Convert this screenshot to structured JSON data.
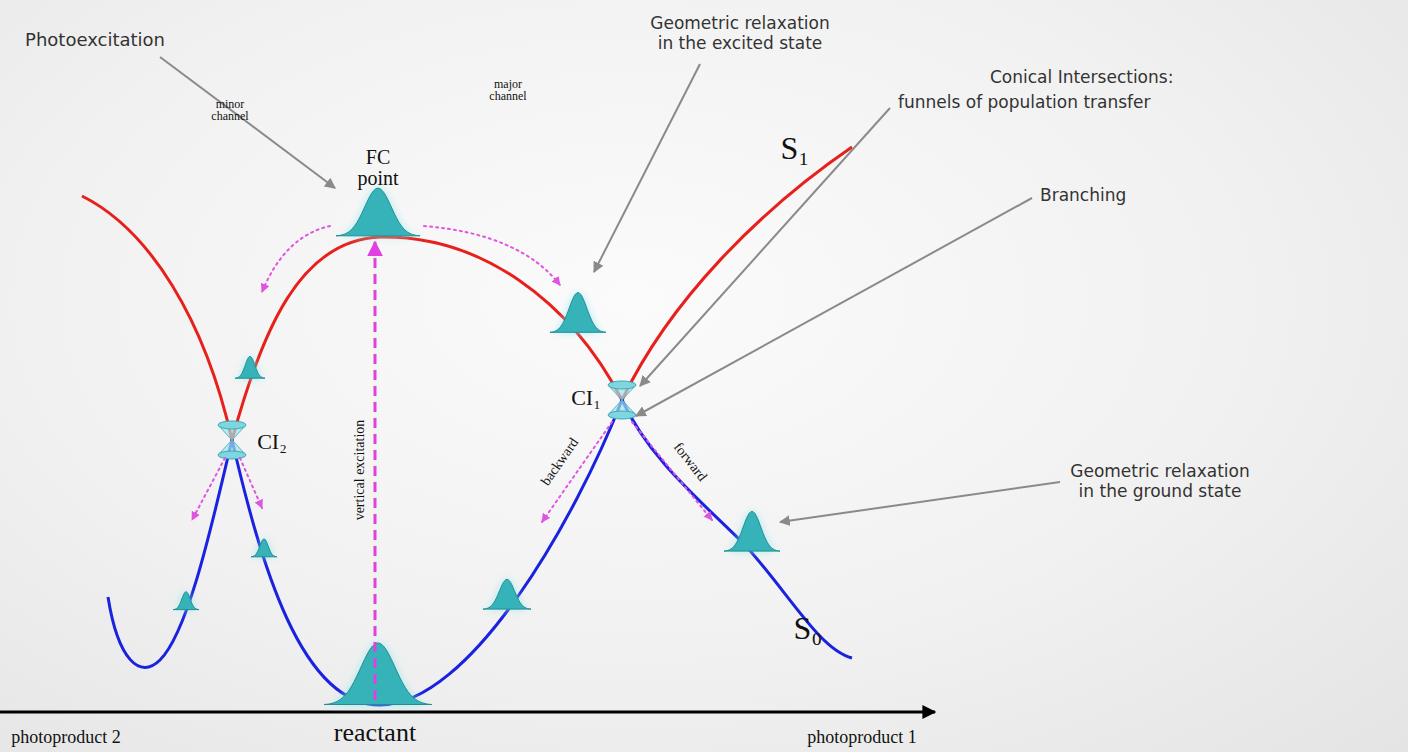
{
  "diagram": {
    "labels": [
      "Photoexcitation",
      "Geometric relaxation in the excited state",
      "Conical Intersections:",
      "funnels of population transfer",
      "Branching",
      "Geometric relaxation in the ground state",
      "FC point",
      "S₁",
      "minor channel",
      "major channel",
      "CI₂",
      "CI₁",
      "vertical excitation",
      "backward",
      "forward",
      "S₀",
      "photoproduct 2",
      "reactant",
      "photoproduct 1"
    ]
  }
}
